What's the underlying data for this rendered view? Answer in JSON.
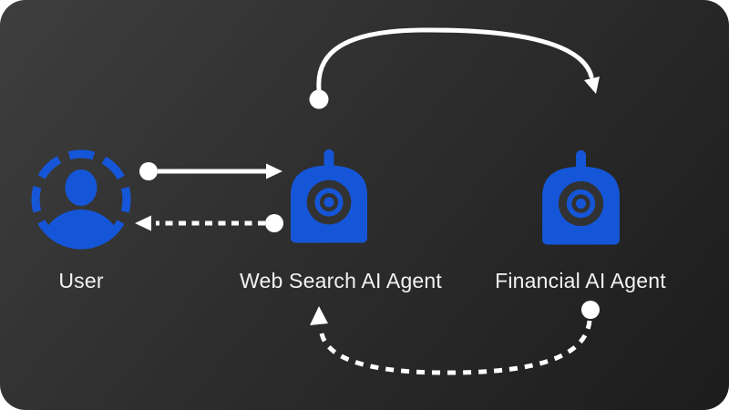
{
  "diagram": {
    "nodes": [
      {
        "id": "user",
        "label": "User",
        "icon": "user-icon"
      },
      {
        "id": "web-search-agent",
        "label": "Web Search AI Agent",
        "icon": "robot-icon"
      },
      {
        "id": "financial-agent",
        "label": "Financial AI Agent",
        "icon": "robot-icon"
      }
    ],
    "edges": [
      {
        "from": "user",
        "to": "web-search-agent",
        "style": "solid",
        "marker_start": "dot",
        "marker_end": "arrow"
      },
      {
        "from": "web-search-agent",
        "to": "user",
        "style": "dashed",
        "marker_start": "dot",
        "marker_end": "arrow"
      },
      {
        "from": "web-search-agent",
        "to": "financial-agent",
        "style": "solid",
        "marker_start": "dot",
        "marker_end": "arrow",
        "route": "curve-over-top"
      },
      {
        "from": "financial-agent",
        "to": "web-search-agent",
        "style": "dashed",
        "marker_start": "dot",
        "marker_end": "arrow",
        "route": "curve-under-bottom"
      }
    ],
    "colors": {
      "node_blue": "#1556d9",
      "arrow_white": "#ffffff",
      "label_text": "#f2f2f2",
      "background_top_left": "#3e3e3e",
      "background_bottom_right": "#1c1c1c",
      "icon_cutout": "#323232"
    }
  }
}
